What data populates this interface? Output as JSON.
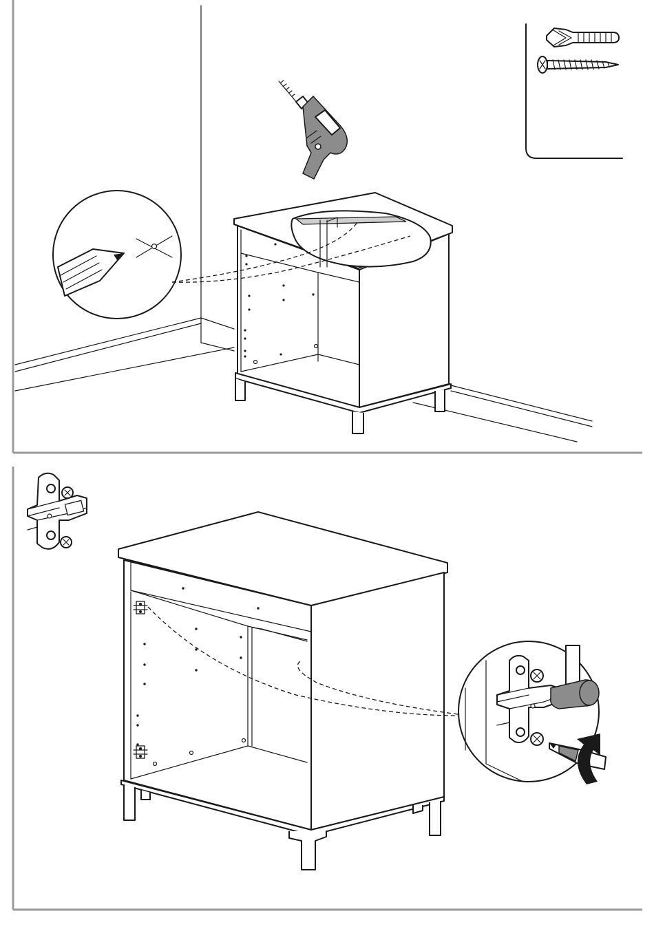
{
  "figure": {
    "steps": [
      {
        "id": "step-1",
        "hardware": [
          "wall-plug-icon",
          "wall-screw-icon"
        ],
        "tools": [
          "power-drill-icon",
          "pencil-icon"
        ],
        "detail": "mark-drill-point"
      },
      {
        "id": "step-2",
        "hardware": [
          "hinge-mounting-plate-icon"
        ],
        "tools": [
          "screwdriver-icon"
        ],
        "detail": "attach-hinge-plates",
        "rotation": "clockwise-arrow-icon"
      }
    ],
    "colors": {
      "line": "#1a1a1a",
      "tool_gray": "#8c8c8c",
      "frame": "#9a9a9a",
      "background": "#ffffff"
    }
  }
}
